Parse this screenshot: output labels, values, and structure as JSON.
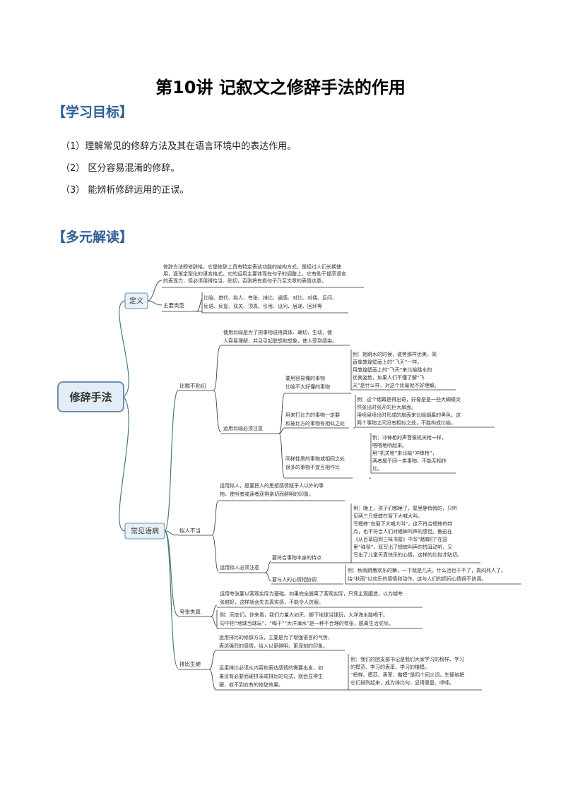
{
  "doc": {
    "title": "第10讲 记叙文之修辞手法的作用",
    "section1": "【学习目标】",
    "objectives": [
      "（1）理解常见的修辞方法及其在语言环境中的表达作用。",
      "（2） 区分容易混淆的修辞。",
      "（3） 能辨析修辞运用的正误。"
    ],
    "section2": "【多元解读】"
  },
  "map": {
    "root": "修辞手法",
    "def": {
      "label": "定义",
      "desc": [
        "修辞方法即修辞格，它是修辞上具有特定表达功能的结构方式，是经过人们长期使",
        "用，逐渐定型化的语言格式。它的运用主要体现在句子的调整上，它有助于提高语言",
        "的表现力，但必须用得恰当、贴切，否则将有损句子乃至文章的表情达意。"
      ],
      "types_label": "主要类型",
      "types": [
        "比喻、借代、拟人、夸张、排比、通感、对比、对偶、反问、",
        "反语、反复、双关、顶真、引用、设问、层递、回环等"
      ]
    },
    "common": {
      "label": "常见语病",
      "metaphor": {
        "label": "比喻不贴切",
        "desc": [
          "使用比喻是为了把事物说得具体、确切、生动，使",
          "人容易理解，并且引起联想和想象，使人受到感染。"
        ],
        "rule": "运用比喻必须注意",
        "sub": [
          {
            "label": [
              "要用容易懂的事物",
              "比喻不大好懂的事物"
            ],
            "ex": [
              "例：她跳水的时候，姿势那样优美，简",
              "直像敦煌壁画上的“飞天”一样。",
              "用敦煌壁画上的“飞天”来比喻跳水的",
              "优美姿势，如果人们不懂了解“飞",
              "天”是什么样，对这个比喻就不好理解。"
            ]
          },
          {
            "label": [
              "用来打比方的事物一定要",
              "和被比方的事物有相似之处"
            ],
            "ex": [
              "例：这个烟幕是得出奇，好像是是一些大蝴蝶突",
              "然张出时张开的巨大扇面。",
              "用喷泉喷出时形成的扇面来比喻烟幕的黑色，这",
              "两个事物之间没有相似之处，不能构成比喻。"
            ]
          },
          {
            "label": [
              "同样性质的事物或相同之处",
              "很多的事物不宜互相作比"
            ],
            "ex": [
              "例：冲锋枪的声音像机关枪一样，",
              "嗒嗒地响起来。",
              "用“机关枪”来比喻“冲锋枪”，",
              "两者属于同一类事物，不能互相作",
              "比。"
            ]
          }
        ]
      },
      "personification": {
        "label": "拟人不当",
        "desc": [
          "运用拟人，是要把人的思想感情赋予人以外的事",
          "物，使听者或读者获得亲切而鲜明的印象。"
        ],
        "rule": "运用拟人必须注意",
        "sub": [
          {
            "label": [
              "要符合事物本身的特点"
            ],
            "ex": [
              "例：晚上，孩子们都睡了，屋里静悄悄的，只听",
              "见两三只蟋蟀在窗下大喊大叫。",
              "写蟋蟀“在窗下大喊大叫”，这不符合蟋蟀的特",
              "点，也不符合人们对蟋蟀叫声的感觉。鲁迅在",
              "《从百草园到三味书屋》中写“蟋蟀们”在园",
              "里“弹琴”，既写出了蟋蟀叫声的悦耳动听，又",
              "写出了儿童天真快乐的心情，这样的比拟才贴切。"
            ]
          },
          {
            "label": [
              "要与人的心情相协调"
            ],
            "ex": [
              "例：秋雨跳着欢乐的舞，一下就是几天，什么活也干不了，真闷死人了。",
              "给“秋雨”以欢乐的感情和动作，这与人们的烦闷心情很不协调。"
            ]
          }
        ]
      },
      "hyperbole": {
        "label": "夸张失真",
        "desc": [
          "运用夸张要以客观实际为基础。如果完全脱离了客观实际，只凭主观臆造，以为越夸",
          "张越好，这样就会失去真实感，不能令人信服。"
        ],
        "ex": [
          "例：同志们，你来看，我们力量大如天，脚下地球当球玩，大洋海水能喝干。",
          "句中把“地球当球玩”、“喝干”“大洋海水”是一种不合理的夸张，脱离生活实际。"
        ]
      },
      "parallelism": {
        "label": "排比生硬",
        "desc": [
          "运用排比的修辞方法，主要是为了增强语言的气势，",
          "表达强烈的感情，给人以更鲜明、更深刻的印象。"
        ],
        "rule": [
          "运用排比必须从内容和表达感情的需要出发，如",
          "果没有必要而硬拼凑成排比的句式，就会显得生",
          "硬，收不到应有的修辞效果。"
        ],
        "ex": [
          "例：我们的团支部书记是我们大家学习的榜样、学习",
          "的模范、学习的表率、学习的楷模。",
          "“榜样、模范、表率、楷模”是四个同义词，生硬地把",
          "它们排列起来，成为排比句，显得重复、啰嗦。"
        ]
      }
    }
  }
}
